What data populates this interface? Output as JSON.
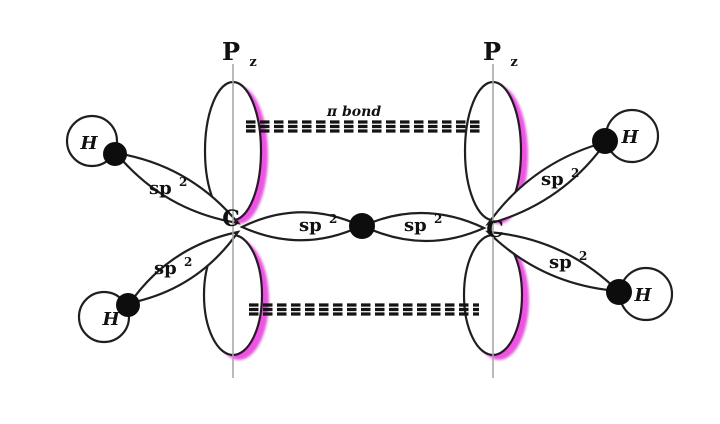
{
  "colors": {
    "label_magenta": "#cf2bc7",
    "shade_magenta": "#ee52e4",
    "ink": "#141414",
    "axis_gray": "#a8a8a8"
  },
  "labels": {
    "p_orbital_main": "P",
    "p_orbital_sub": "z",
    "pi_bond": "π bond",
    "carbon": "C",
    "hydrogen": "H",
    "sp2_main": "sp",
    "sp2_sup": "2"
  }
}
